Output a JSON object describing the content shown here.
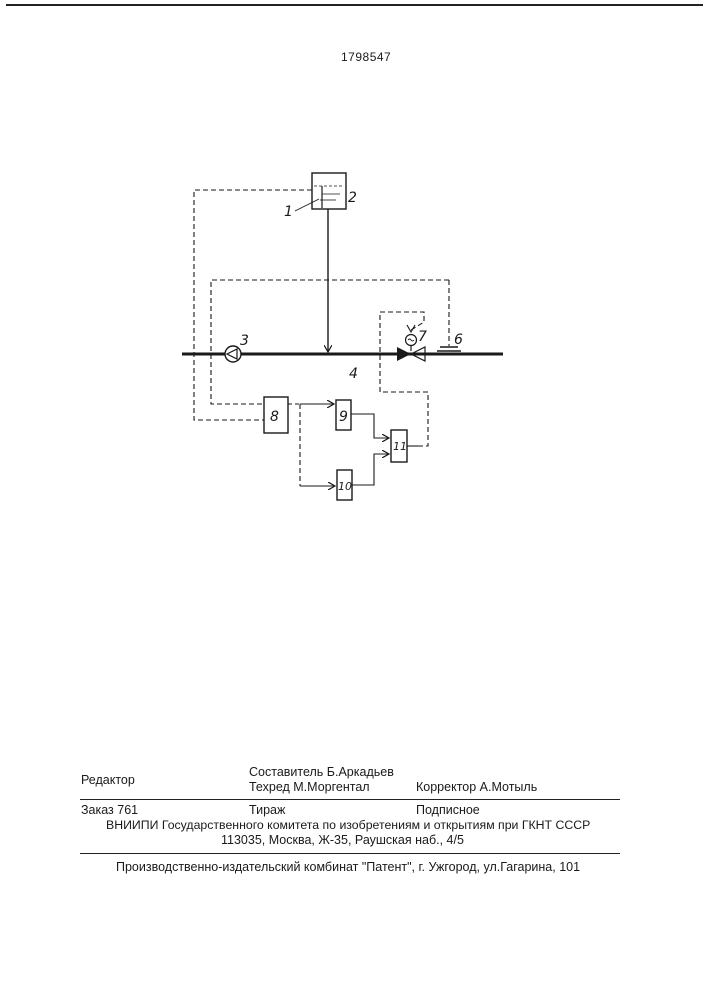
{
  "header": {
    "patent_number": "1798547"
  },
  "diagram": {
    "labels": {
      "l1": "1",
      "l2": "2",
      "l3": "3",
      "l4": "4",
      "l6": "6",
      "l7": "7",
      "l8": "8",
      "l9": "9",
      "l10": "10",
      "l11": "11"
    }
  },
  "credits": {
    "editor_label": "Редактор",
    "compiler": "Составитель   Б.Аркадьев",
    "techred": "Техред М.Моргентал",
    "corrector": "Корректор  А.Мотыль"
  },
  "order": {
    "order_label": "Заказ  761",
    "circulation": "Тираж",
    "subscription": "Подписное",
    "institute": "ВНИИПИ Государственного комитета по изобретениям и открытиям при ГКНТ СССР",
    "address": "113035, Москва, Ж-35, Раушская наб., 4/5"
  },
  "footer": {
    "publisher": "Производственно-издательский комбинат \"Патент\", г. Ужгород, ул.Гагарина, 101"
  }
}
